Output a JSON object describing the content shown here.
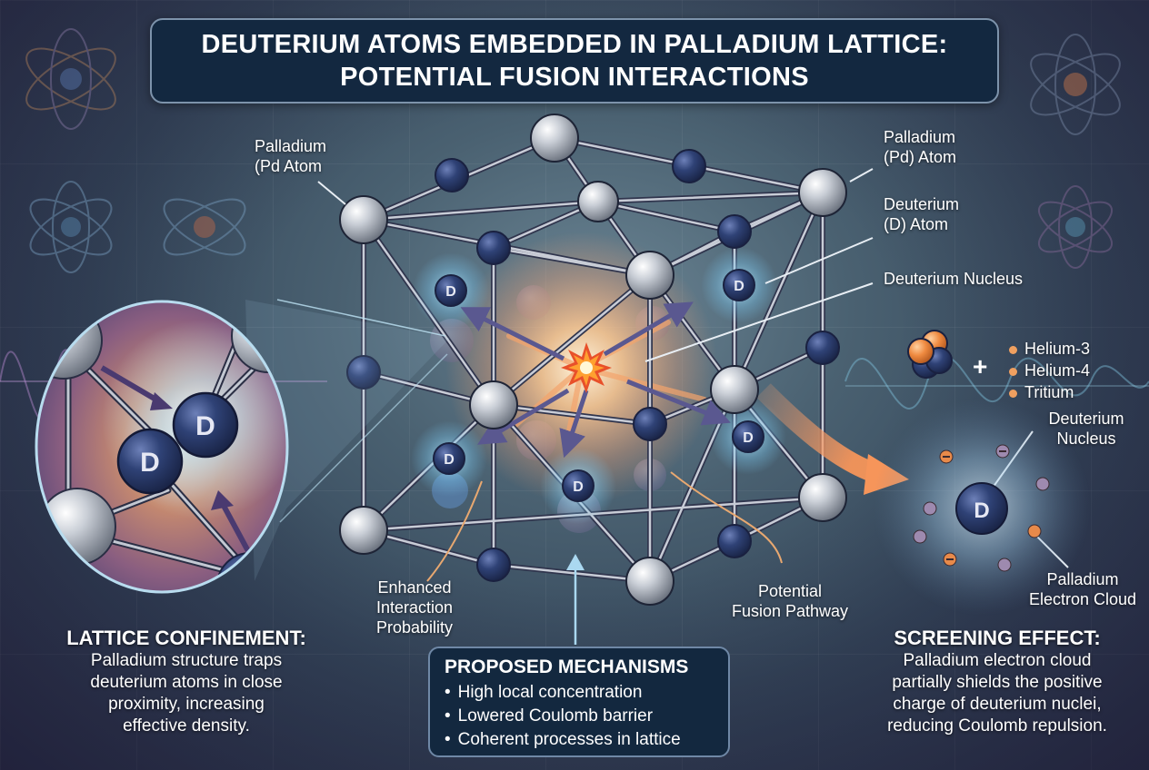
{
  "title": {
    "line1": "DEUTERIUM ATOMS EMBEDDED IN PALLADIUM LATTICE:",
    "line2": "POTENTIAL FUSION INTERACTIONS"
  },
  "labels": {
    "pd_atom_left": [
      "Palladium",
      "(Pd Atom"
    ],
    "pd_atom_right": [
      "Palladium",
      "(Pd) Atom"
    ],
    "d_atom": [
      "Deuterium",
      "(D) Atom"
    ],
    "d_nucleus": "Deuterium Nucleus",
    "enhanced": [
      "Enhanced",
      "Interaction",
      "Probability"
    ],
    "pathway": [
      "Potential",
      "Fusion Pathway"
    ],
    "screen_nucleus": [
      "Deuterium",
      "Nucleus"
    ],
    "electron_cloud": [
      "Palladium",
      "Electron Cloud"
    ],
    "atom_symbol": "D"
  },
  "products": {
    "plus": "+",
    "items": [
      "Helium-3",
      "Helium-4",
      "Tritium"
    ]
  },
  "panels": {
    "lattice_confinement": {
      "heading": "LATTICE CONFINEMENT:",
      "lines": [
        "Palladium structure traps",
        "deuterium atoms in close",
        "proximity, increasing",
        "effective density."
      ]
    },
    "mechanisms": {
      "heading": "PROPOSED MECHANISMS",
      "items": [
        "High local concentration",
        "Lowered Coulomb barrier",
        "Coherent processes in lattice"
      ]
    },
    "screening_effect": {
      "heading": "SCREENING EFFECT:",
      "lines": [
        "Palladium electron cloud",
        "partially shields the positive",
        "charge of deuterium nuclei,",
        "reducing Coulomb repulsion."
      ]
    }
  },
  "colors": {
    "title_bg": "#132840",
    "pd_atom": "#c8ccd2",
    "d_atom": "#2c3d6e",
    "fusion_orange": "#f5883a",
    "glow_blue": "#9fdcff"
  }
}
